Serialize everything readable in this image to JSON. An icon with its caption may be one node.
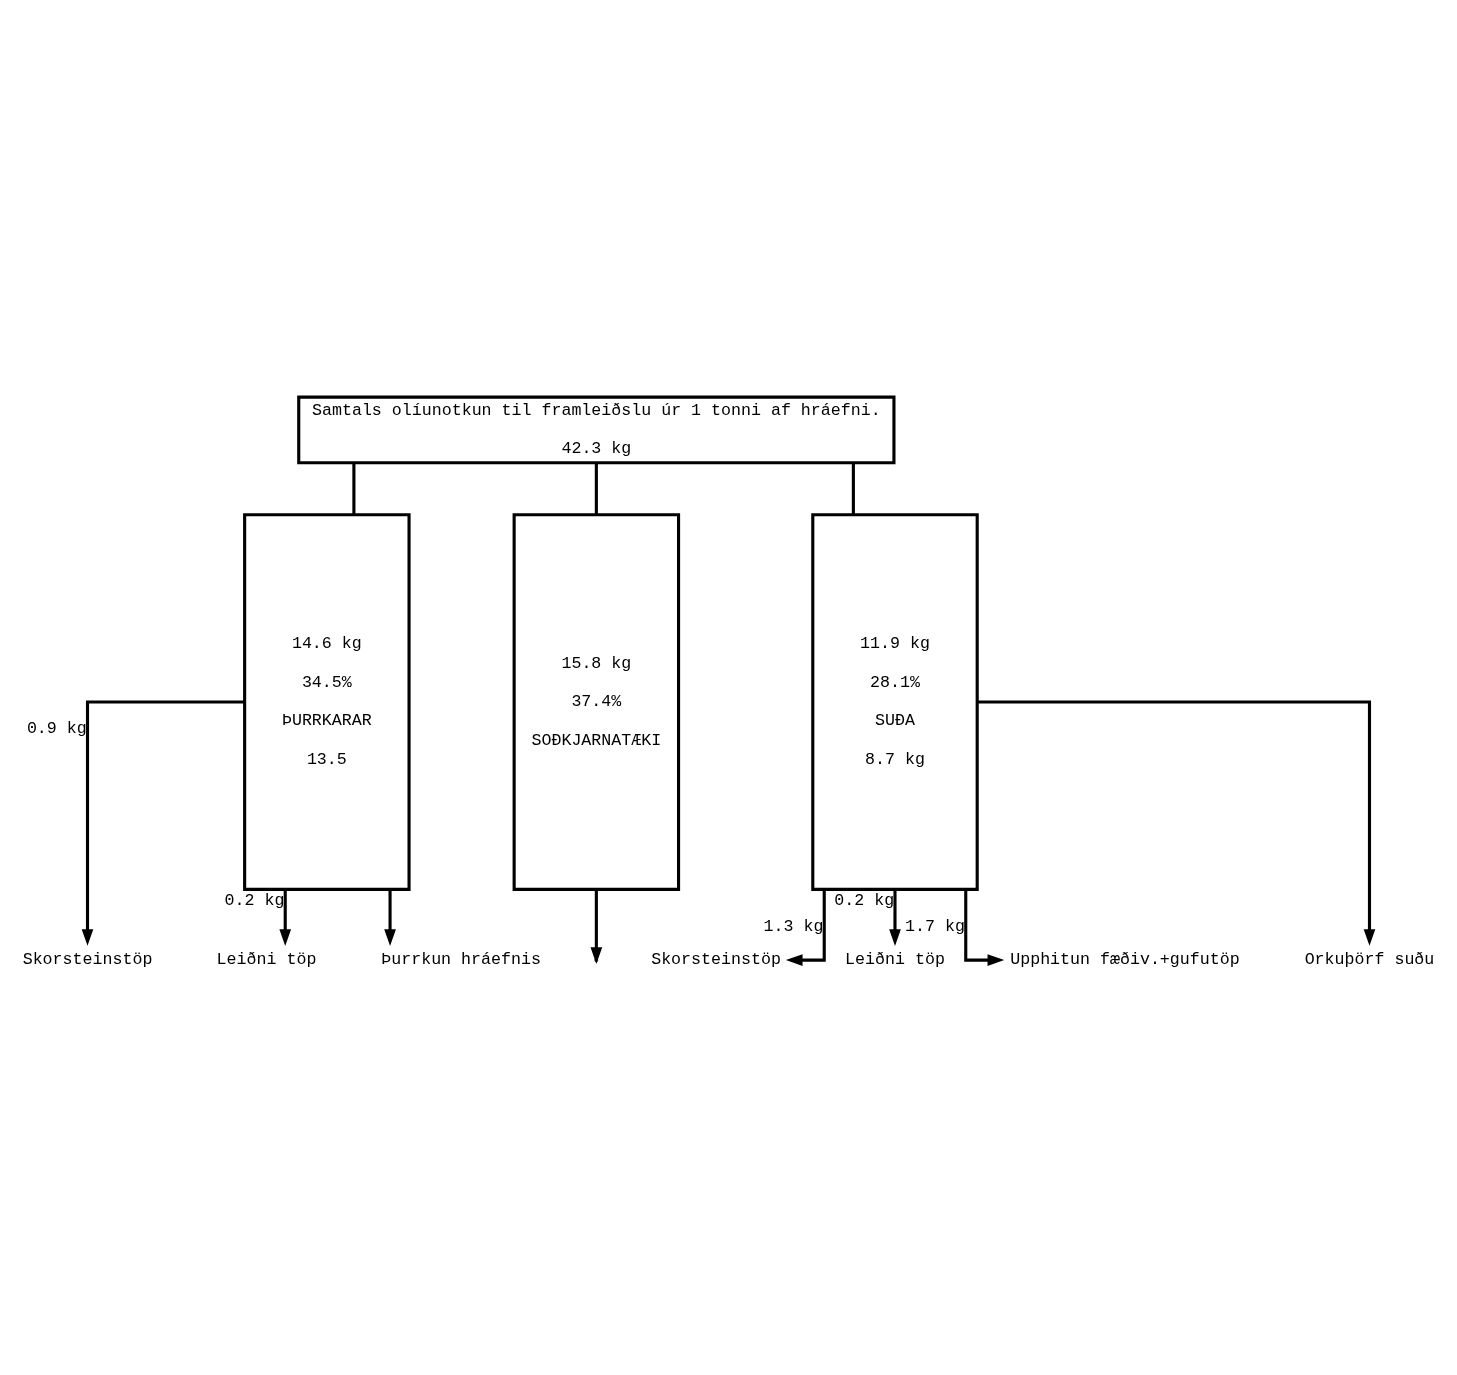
{
  "diagram": {
    "nodes": [
      {
        "text": [
          "Samtals olíunotkun til framleiðslu úr 1 tonni af hráefni.",
          "42.3 kg"
        ]
      },
      {
        "text": [
          "14.6 kg",
          "34.5%",
          "ÞURRKARAR",
          "13.5"
        ]
      },
      {
        "text": [
          "15.8 kg",
          "37.4%",
          "SOÐKJARNATÆKI"
        ]
      },
      {
        "text": [
          "11.9 kg",
          "28.1%",
          "SUÐA",
          "8.7 kg"
        ]
      },
      {
        "text": [
          "Skorsteinstöp"
        ]
      },
      {
        "text": [
          "Leiðni töp"
        ]
      },
      {
        "text": [
          "Skorsteinstöp"
        ]
      },
      {
        "text": [
          "Leiðni töp"
        ]
      },
      {
        "text": [
          "Upphitun fæðiv.+gufutöp"
        ]
      },
      {
        "text": [
          "Þurrkun hráefnis"
        ]
      },
      {
        "text": [
          "Orkuþörf suðu"
        ]
      }
    ],
    "edges": [
      {
        "from": 0,
        "to": 1,
        "arrow": "none"
      },
      {
        "from": 0,
        "to": 2,
        "arrow": "none"
      },
      {
        "from": 0,
        "to": 3,
        "arrow": "none"
      },
      {
        "from": 1,
        "to": 4,
        "arrow": "to",
        "label": "0.9 kg"
      },
      {
        "from": 1,
        "to": 5,
        "arrow": "to",
        "label": "0.2 kg"
      },
      {
        "from": 3,
        "to": 6,
        "arrow": "to",
        "label": "1.3 kg"
      },
      {
        "from": 3,
        "to": 7,
        "arrow": "to",
        "label": "0.2 kg"
      },
      {
        "from": 3,
        "to": 8,
        "arrow": "to",
        "label": "1.7 kg"
      },
      {
        "from": 1,
        "to": 9,
        "arrow": "to"
      },
      {
        "from": 2,
        "to": null,
        "arrow": "to"
      },
      {
        "from": 3,
        "to": 10,
        "arrow": "to"
      }
    ]
  }
}
